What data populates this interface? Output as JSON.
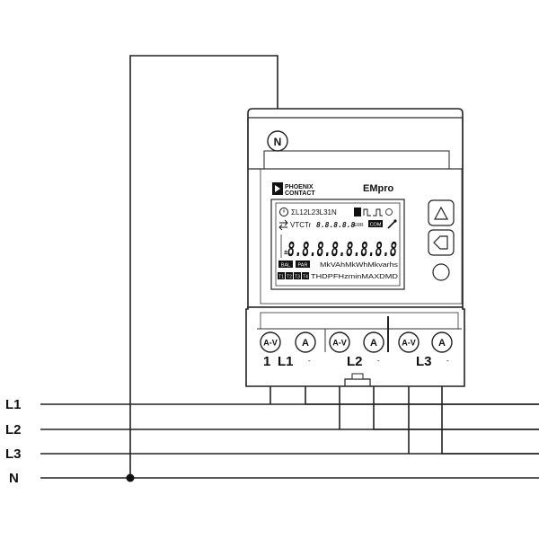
{
  "lines": {
    "l1": "L1",
    "l2": "L2",
    "l3": "L3",
    "n": "N"
  },
  "meter": {
    "brand": "PHOENIX CONTACT",
    "brand_line1": "PHOENIX",
    "brand_line2": "CONTACT",
    "model": "EMpro",
    "neutral_terminal": "N",
    "lcd": {
      "top_row": "ΣL12L23L31N",
      "row2_text": "VTCTr",
      "row2_digits": "8.8.8.8.8",
      "err": "ERR",
      "com": "COM",
      "main_digits": "8.8.8.8.8.8.8.8",
      "bal": "BAL",
      "par": "PAR",
      "units_row1": "MkVAhMkWhMkvarhs",
      "t_badges": [
        "T1",
        "T2",
        "T3",
        "T4"
      ],
      "units_row2": "THDPFHzminMAXDMD"
    },
    "buttons": {
      "up": "up-button",
      "back": "back-button",
      "round": "round-button"
    },
    "terminals": [
      {
        "label": "A-V"
      },
      {
        "label": "A"
      },
      {
        "label": "A-V"
      },
      {
        "label": "A"
      },
      {
        "label": "A-V"
      },
      {
        "label": "A"
      }
    ],
    "phase_labels": {
      "one": "1",
      "l1": "L1",
      "l2": "L2",
      "l3": "L3"
    }
  }
}
